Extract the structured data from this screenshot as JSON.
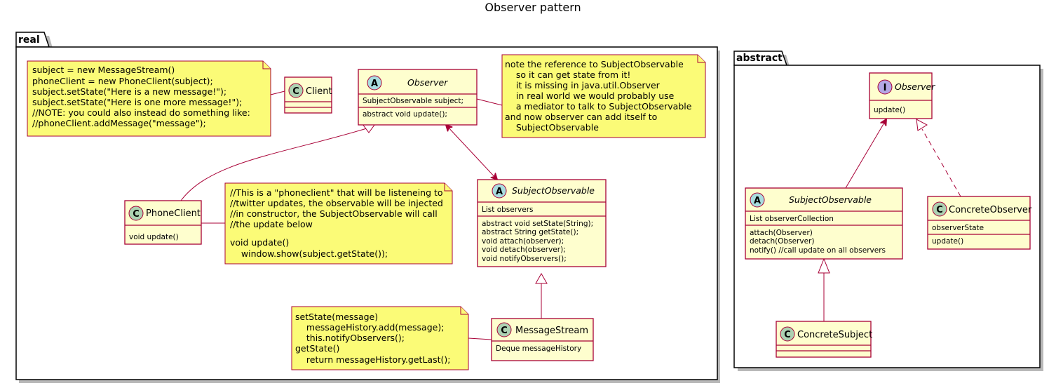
{
  "title": "Observer pattern",
  "packages": {
    "real": "real",
    "abstract": "abstract"
  },
  "badges": {
    "class": "C",
    "abstract": "A",
    "interface": "I"
  },
  "colors": {
    "class_fill": "#FEFECE",
    "border": "#A80036",
    "note_fill": "#FBFB77",
    "class_badge": "#ADD1B2",
    "abstract_badge": "#A9DCDF",
    "interface_badge": "#B4A7E5"
  },
  "real": {
    "client": {
      "name": "Client"
    },
    "observer": {
      "name": "Observer",
      "field": "SubjectObservable subject;",
      "method": "abstract void update();"
    },
    "phone_client": {
      "name": "PhoneClient",
      "method": "void update()"
    },
    "subject_observable": {
      "name": "SubjectObservable",
      "field": "List observers",
      "methods": [
        "abstract void setState(String);",
        "abstract String getState();",
        "void attach(observer);",
        "void detach(observer);",
        "void notifyObservers();"
      ]
    },
    "message_stream": {
      "name": "MessageStream",
      "field": "Deque messageHistory"
    },
    "note_client": [
      "subject = new MessageStream()",
      "phoneClient = new PhoneClient(subject);",
      "subject.setState(\"Here is a new message!\");",
      "subject.setState(\"Here is one more message!\");",
      "//NOTE: you could also instead do something like:",
      "//phoneClient.addMessage(\"message\");"
    ],
    "note_observer": [
      "note the reference to SubjectObservable",
      "    so it can get state from it!",
      "    it is missing in java.util.Observer",
      "    in real world we would probably use",
      "    a mediator to talk to SubjectObservable",
      "and now observer can add itself to",
      "    SubjectObservable"
    ],
    "note_phone": [
      "//This is a \"phoneclient\" that will be listeneing to",
      "//twitter updates, the observable will be injected",
      "//in constructor, the SubjectObservable will call",
      "//the update below",
      "",
      "void update()",
      "    window.show(subject.getState());"
    ],
    "note_stream": [
      "setState(message)",
      "    messageHistory.add(message);",
      "    this.notifyObservers();",
      "getState()",
      "    return messageHistory.getLast();"
    ]
  },
  "abstract": {
    "observer": {
      "name": "Observer",
      "method": "update()"
    },
    "subject_observable": {
      "name": "SubjectObservable",
      "field": "List observerCollection",
      "methods": [
        "attach(Observer)",
        "detach(Observer)",
        "notify()  //call update on all observers"
      ]
    },
    "concrete_observer": {
      "name": "ConcreteObserver",
      "field": "observerState",
      "method": "update()"
    },
    "concrete_subject": {
      "name": "ConcreteSubject"
    }
  }
}
